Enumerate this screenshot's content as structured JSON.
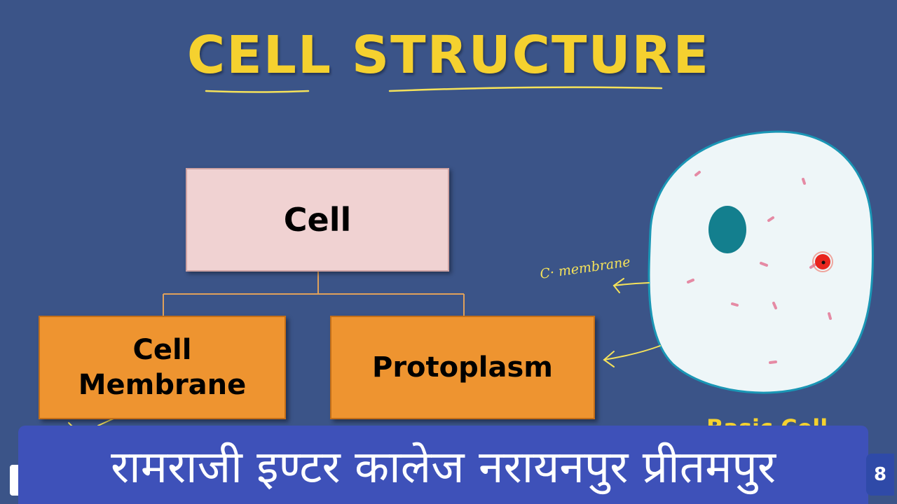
{
  "title": "CELL STRUCTURE",
  "diagram": {
    "root": "Cell",
    "children": [
      "Cell Membrane",
      "Protoplasm"
    ],
    "membrane_line1": "Cell",
    "membrane_line2": "Membrane"
  },
  "annotations": {
    "handwritten_label": "C· membrane",
    "partial_label": "Basic Cell"
  },
  "banner": {
    "text": "रामराजी इण्टर कालेज नरायनपुर प्रीतमपुर"
  },
  "corner_number": "8",
  "colors": {
    "background": "#3b5488",
    "title": "#f5d12f",
    "root_box": "#f0d2d2",
    "child_box": "#ee9430",
    "banner": "#3e51b9",
    "cell_fill": "#eef6f8",
    "nucleus": "#137f8e"
  }
}
